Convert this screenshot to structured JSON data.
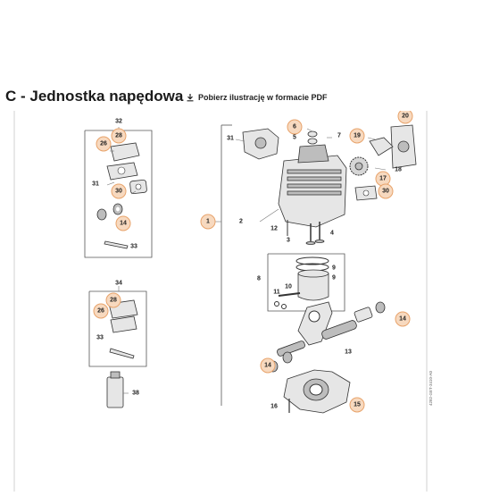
{
  "header": {
    "title": "C - Jednostka napędowa",
    "download_label": "Pobierz ilustrację w formacie PDF",
    "download_icon": "download-icon"
  },
  "diagram": {
    "code_label": "4282-GET-3410-A0",
    "callouts": [
      {
        "num": "32",
        "style": "plain"
      },
      {
        "num": "28",
        "style": "circle"
      },
      {
        "num": "26",
        "style": "circle"
      },
      {
        "num": "31",
        "style": "plain"
      },
      {
        "num": "30",
        "style": "circle"
      },
      {
        "num": "14",
        "style": "circle"
      },
      {
        "num": "33",
        "style": "plain"
      },
      {
        "num": "34",
        "style": "plain"
      },
      {
        "num": "28",
        "style": "circle"
      },
      {
        "num": "26",
        "style": "circle"
      },
      {
        "num": "33",
        "style": "plain"
      },
      {
        "num": "38",
        "style": "plain"
      },
      {
        "num": "1",
        "style": "circle"
      },
      {
        "num": "31",
        "style": "plain"
      },
      {
        "num": "6",
        "style": "circle"
      },
      {
        "num": "5",
        "style": "plain"
      },
      {
        "num": "7",
        "style": "plain"
      },
      {
        "num": "2",
        "style": "plain"
      },
      {
        "num": "12",
        "style": "plain"
      },
      {
        "num": "3",
        "style": "plain"
      },
      {
        "num": "4",
        "style": "plain"
      },
      {
        "num": "8",
        "style": "plain"
      },
      {
        "num": "9",
        "style": "plain"
      },
      {
        "num": "9",
        "style": "plain"
      },
      {
        "num": "10",
        "style": "plain"
      },
      {
        "num": "11",
        "style": "plain"
      },
      {
        "num": "20",
        "style": "circle"
      },
      {
        "num": "19",
        "style": "circle"
      },
      {
        "num": "18",
        "style": "plain"
      },
      {
        "num": "17",
        "style": "circle"
      },
      {
        "num": "30",
        "style": "circle"
      },
      {
        "num": "14",
        "style": "circle"
      },
      {
        "num": "14",
        "style": "circle"
      },
      {
        "num": "13",
        "style": "plain"
      },
      {
        "num": "16",
        "style": "plain"
      },
      {
        "num": "15",
        "style": "circle"
      }
    ]
  }
}
